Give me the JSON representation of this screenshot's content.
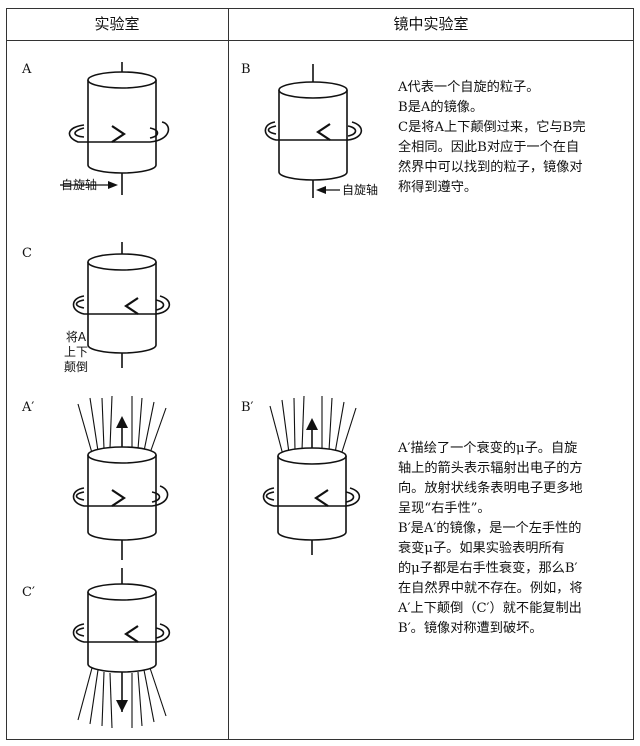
{
  "table": {
    "header_left": "实验室",
    "header_right": "镜中实验室"
  },
  "panels": {
    "A": "A",
    "B": "B",
    "C": "C",
    "A_prime": "A′",
    "B_prime": "B′",
    "C_prime": "C′"
  },
  "annotations": {
    "spin_axis_left": "自旋轴",
    "spin_axis_right": "自旋轴",
    "flip_a": [
      "将A",
      "上下",
      "颠倒"
    ]
  },
  "description_top": [
    "A代表一个自旋的粒子。",
    "B是A的镜像。",
    "C是将A上下颠倒过来，它与B完",
    "全相同。因此B对应于一个在自",
    "然界中可以找到的粒子，镜像对",
    "称得到遵守。"
  ],
  "description_bottom": [
    "A′描绘了一个衰变的μ子。自旋",
    "轴上的箭头表示辐射出电子的方",
    "向。放射状线条表明电子更多地",
    "呈现“右手性”。",
    "B′是A′的镜像，是一个左手性的",
    "衰变μ子。如果实验表明所有",
    "的μ子都是右手性衰变，那么B′",
    "在自然界中就不存在。例如，将",
    "A′上下颠倒（C′）就不能复制出",
    "B′。镜像对称遭到破坏。"
  ]
}
